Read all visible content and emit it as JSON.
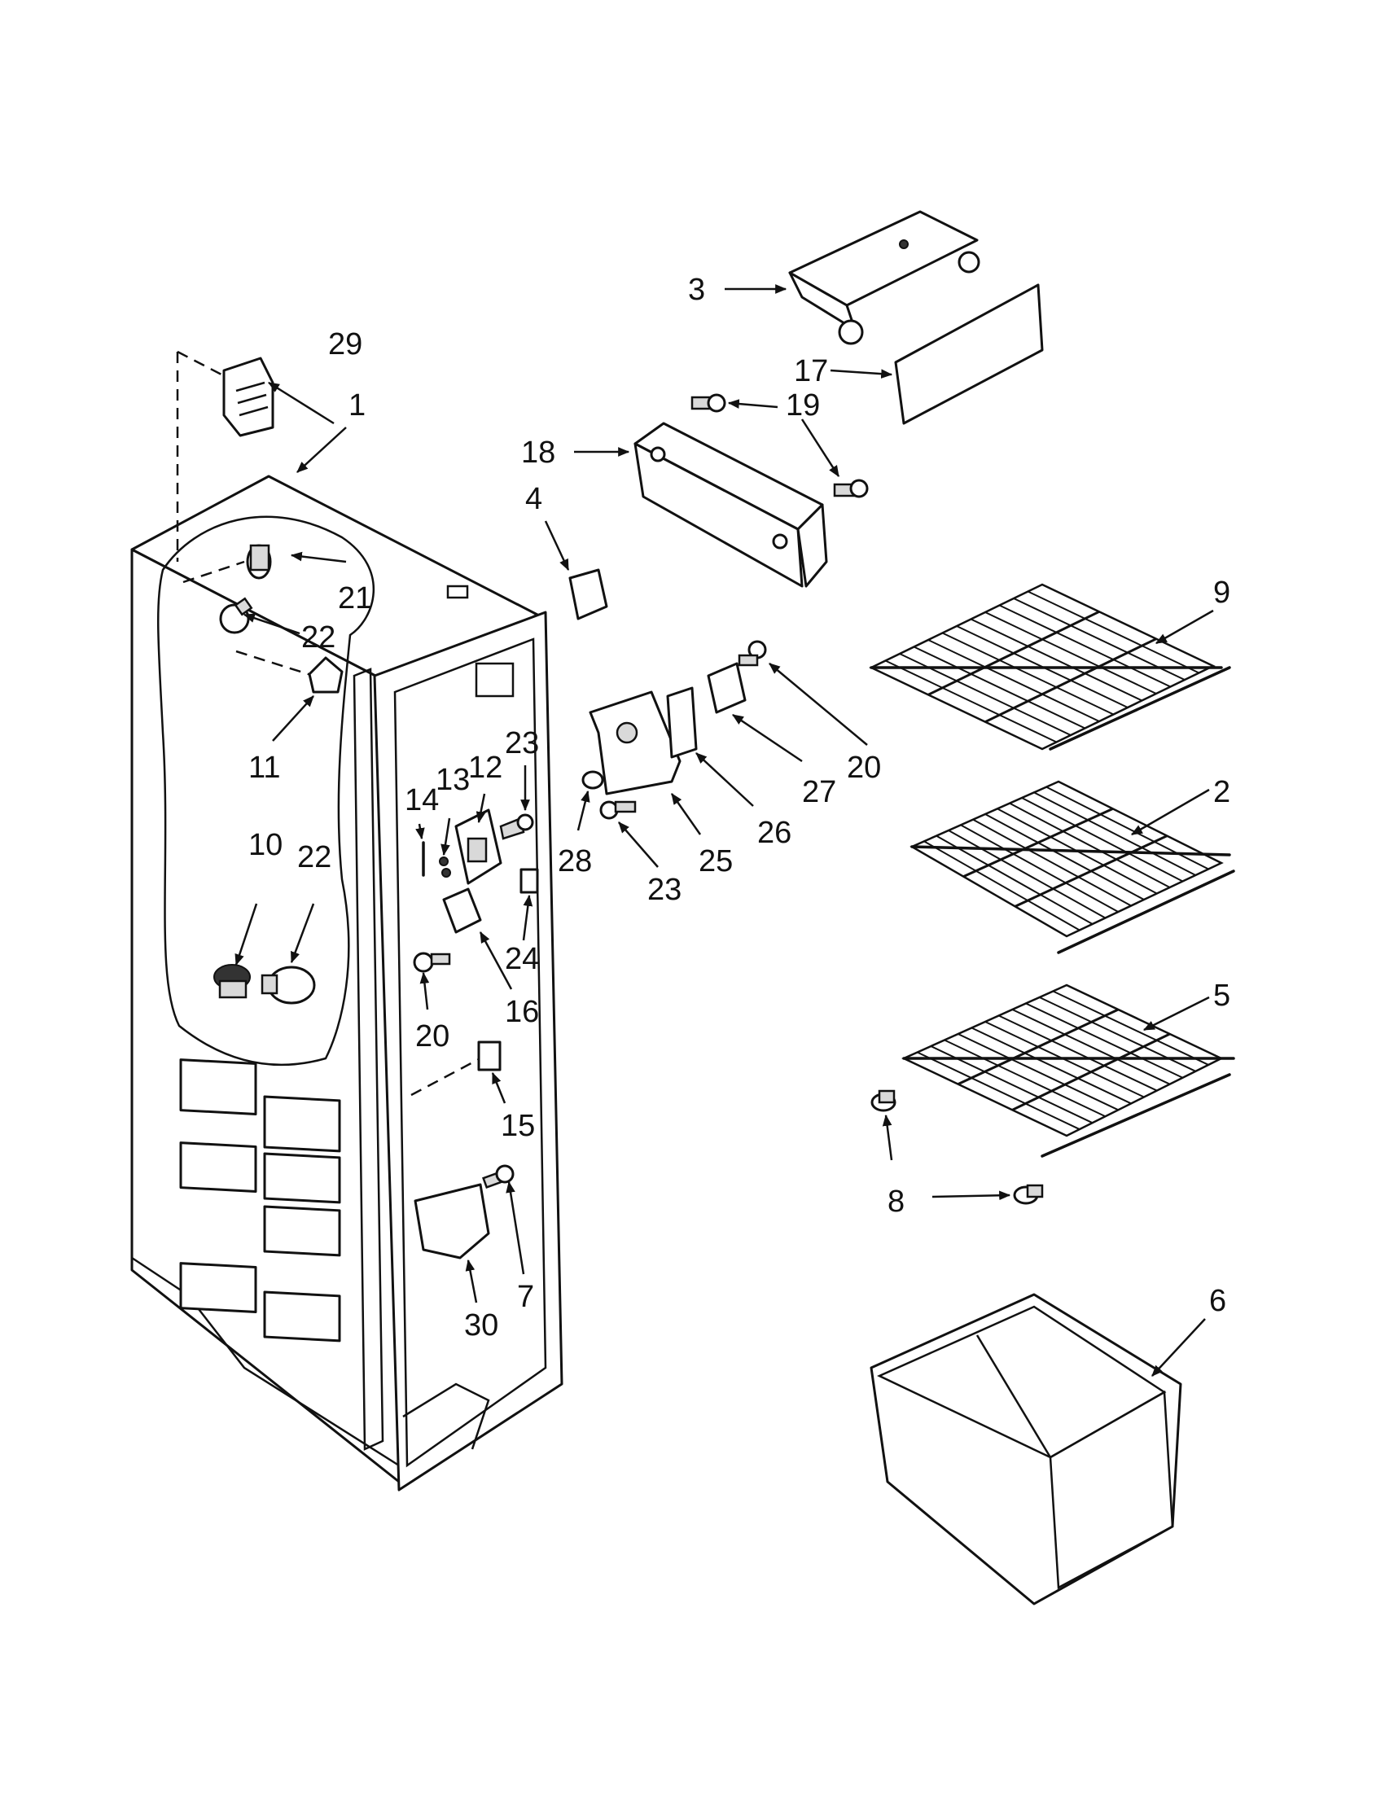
{
  "callouts": [
    "1",
    "2",
    "3",
    "4",
    "5",
    "6",
    "7",
    "8",
    "9",
    "10",
    "11",
    "12",
    "13",
    "14",
    "15",
    "16",
    "17",
    "18",
    "19",
    "20",
    "20",
    "21",
    "22",
    "22",
    "23",
    "23",
    "24",
    "25",
    "26",
    "27",
    "28",
    "29",
    "30"
  ]
}
